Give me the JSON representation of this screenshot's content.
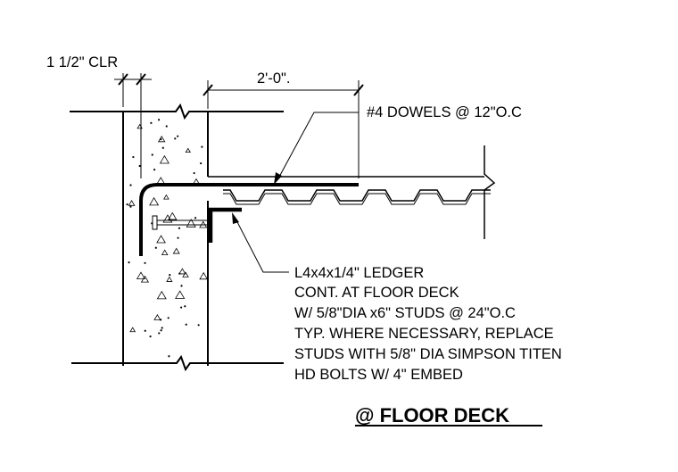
{
  "labels": {
    "clearance": "1 1/2\" CLR",
    "span": "2'-0\".",
    "dowels": "#4 DOWELS @ 12\"O.C",
    "ledger_lines": [
      "L4x4x1/4\" LEDGER",
      "CONT. AT FLOOR DECK",
      "W/ 5/8\"DIA x6\" STUDS @ 24\"O.C",
      "TYP. WHERE NECESSARY, REPLACE",
      "STUDS WITH 5/8\" DIA SIMPSON TITEN",
      "HD BOLTS W/ 4\" EMBED"
    ]
  },
  "title": "@ FLOOR DECK"
}
